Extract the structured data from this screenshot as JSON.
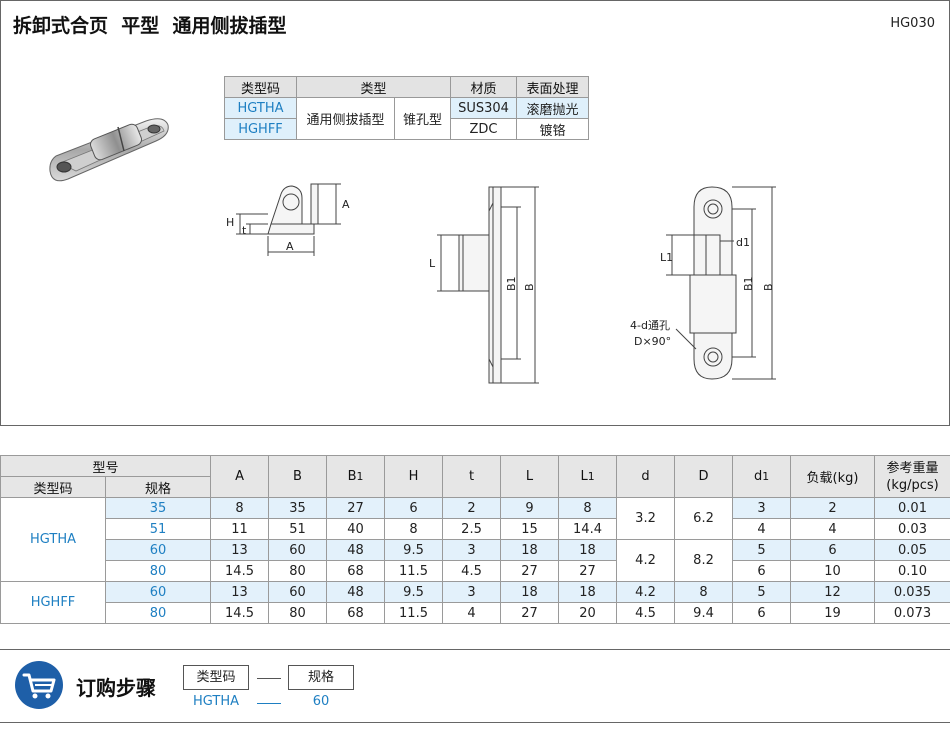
{
  "header": {
    "title": "拆卸式合页  平型  通用侧拔插型",
    "code": "HG030"
  },
  "material_table": {
    "headers": [
      "类型码",
      "类型",
      "材质",
      "表面处理"
    ],
    "type_col": "通用侧拔插型",
    "hole_col": "锥孔型",
    "rows": [
      {
        "code": "HGTHA",
        "material": "SUS304",
        "finish": "滚磨抛光"
      },
      {
        "code": "HGHFF",
        "material": "ZDC",
        "finish": "镀铬"
      }
    ]
  },
  "drawing_labels": {
    "H": "H",
    "t": "t",
    "A": "A",
    "A2": "A",
    "L": "L",
    "B1": "B1",
    "B": "B",
    "L1": "L1",
    "d1": "d1",
    "B1b": "B1",
    "Bb": "B",
    "hole_note1": "4-d通孔",
    "hole_note2": "D×90°"
  },
  "spec_table": {
    "model_header": "型号",
    "type_code_header": "类型码",
    "size_header": "规格",
    "columns": [
      "A",
      "B",
      "B1",
      "H",
      "t",
      "L",
      "L1",
      "d",
      "D",
      "d1",
      "负载(kg)",
      "参考重量\n(kg/pcs)"
    ],
    "col_A": "A",
    "col_B": "B",
    "col_B1": "B",
    "col_B1_sub": "1",
    "col_H": "H",
    "col_t": "t",
    "col_L": "L",
    "col_L1": "L",
    "col_L1_sub": "1",
    "col_d": "d",
    "col_D": "D",
    "col_d1": "d",
    "col_d1_sub": "1",
    "col_load": "负载(kg)",
    "col_weight1": "参考重量",
    "col_weight2": "(kg/pcs)",
    "groups": [
      {
        "type": "HGTHA",
        "rows": [
          {
            "size": "35",
            "A": "8",
            "B": "35",
            "B1": "27",
            "H": "6",
            "t": "2",
            "L": "9",
            "L1": "8",
            "d1": "3",
            "load": "2",
            "weight": "0.01"
          },
          {
            "size": "51",
            "A": "11",
            "B": "51",
            "B1": "40",
            "H": "8",
            "t": "2.5",
            "L": "15",
            "L1": "14.4",
            "d1": "4",
            "load": "4",
            "weight": "0.03"
          },
          {
            "size": "60",
            "A": "13",
            "B": "60",
            "B1": "48",
            "H": "9.5",
            "t": "3",
            "L": "18",
            "L1": "18",
            "d1": "5",
            "load": "6",
            "weight": "0.05"
          },
          {
            "size": "80",
            "A": "14.5",
            "B": "80",
            "B1": "68",
            "H": "11.5",
            "t": "4.5",
            "L": "27",
            "L1": "27",
            "d1": "6",
            "load": "10",
            "weight": "0.10"
          }
        ],
        "merged": [
          {
            "d": "3.2",
            "D": "6.2"
          },
          {
            "d": "4.2",
            "D": "8.2"
          }
        ]
      },
      {
        "type": "HGHFF",
        "rows": [
          {
            "size": "60",
            "A": "13",
            "B": "60",
            "B1": "48",
            "H": "9.5",
            "t": "3",
            "L": "18",
            "L1": "18",
            "d": "4.2",
            "D": "8",
            "d1": "5",
            "load": "12",
            "weight": "0.035"
          },
          {
            "size": "80",
            "A": "14.5",
            "B": "80",
            "B1": "68",
            "H": "11.5",
            "t": "4",
            "L": "27",
            "L1": "20",
            "d": "4.5",
            "D": "9.4",
            "d1": "6",
            "load": "19",
            "weight": "0.073"
          }
        ]
      }
    ]
  },
  "order": {
    "title": "订购步骤",
    "box1": "类型码",
    "box2": "规格",
    "val1": "HGTHA",
    "val2": "60",
    "icon": "cart-icon"
  },
  "colors": {
    "blue": "#1e7fc2",
    "cart_bg": "#1e5fa8",
    "light_blue": "#e3f1fb",
    "header_gray": "#e6e6e6"
  }
}
